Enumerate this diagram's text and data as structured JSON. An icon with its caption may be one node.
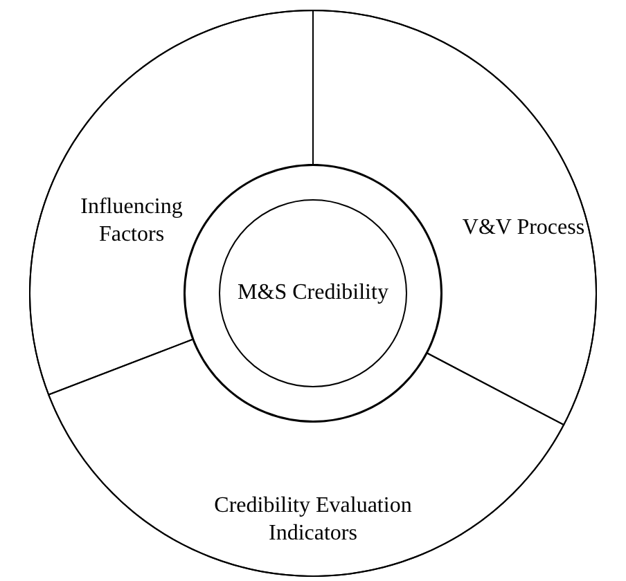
{
  "diagram": {
    "nodes": [
      {
        "text": [],
        "shape": "circle"
      },
      {
        "text": [
          "Influencing Factors"
        ],
        "in": 0
      },
      {
        "text": [
          "V&V Process"
        ],
        "in": 0
      },
      {
        "text": [
          "Credibility Evaluation Indicators"
        ],
        "in": 0
      },
      {
        "text": [],
        "shape": "circle",
        "in": 0
      },
      {
        "text": [
          "M&S Credibility"
        ],
        "in": 4
      }
    ]
  }
}
